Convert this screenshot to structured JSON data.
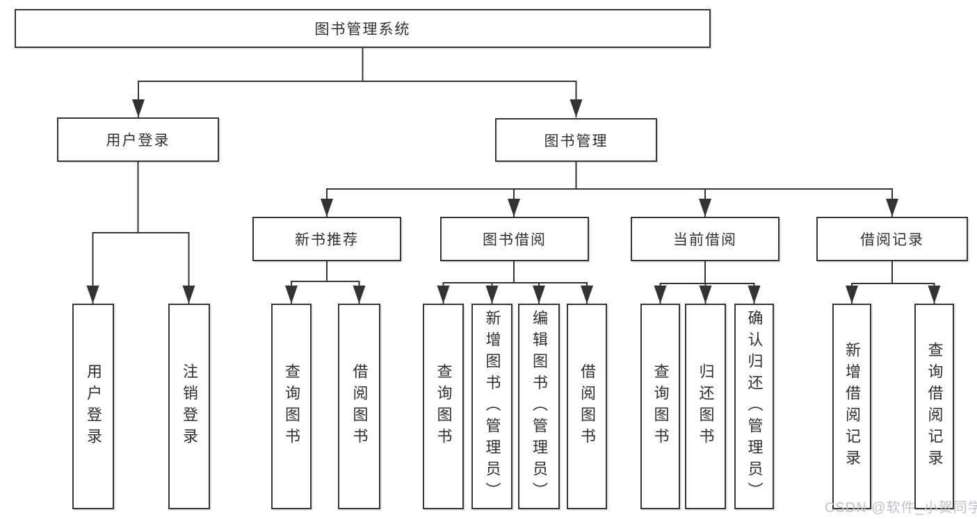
{
  "diagram": {
    "root": {
      "label": "图书管理系统"
    },
    "branches": [
      {
        "label": "用户登录",
        "children": [
          {
            "label": "用户登录"
          },
          {
            "label": "注销登录"
          }
        ]
      },
      {
        "label": "图书管理",
        "children": [
          {
            "label": "新书推荐",
            "children": [
              {
                "label": "查询图书"
              },
              {
                "label": "借阅图书"
              }
            ]
          },
          {
            "label": "图书借阅",
            "children": [
              {
                "label": "查询图书"
              },
              {
                "label": "新增图书（管理员）"
              },
              {
                "label": "编辑图书（管理员）"
              },
              {
                "label": "借阅图书"
              }
            ]
          },
          {
            "label": "当前借阅",
            "children": [
              {
                "label": "查询图书"
              },
              {
                "label": "归还图书"
              },
              {
                "label": "确认归还（管理员）"
              }
            ]
          },
          {
            "label": "借阅记录",
            "children": [
              {
                "label": "新增借阅记录"
              },
              {
                "label": "查询借阅记录"
              }
            ]
          }
        ]
      }
    ]
  },
  "watermark": {
    "text": "CSDN @软件_小贺同学"
  },
  "colors": {
    "line": "#333333",
    "box_border": "#333333",
    "text": "#2f2f2f",
    "watermark": "#bfc3c8",
    "background": "#ffffff"
  }
}
